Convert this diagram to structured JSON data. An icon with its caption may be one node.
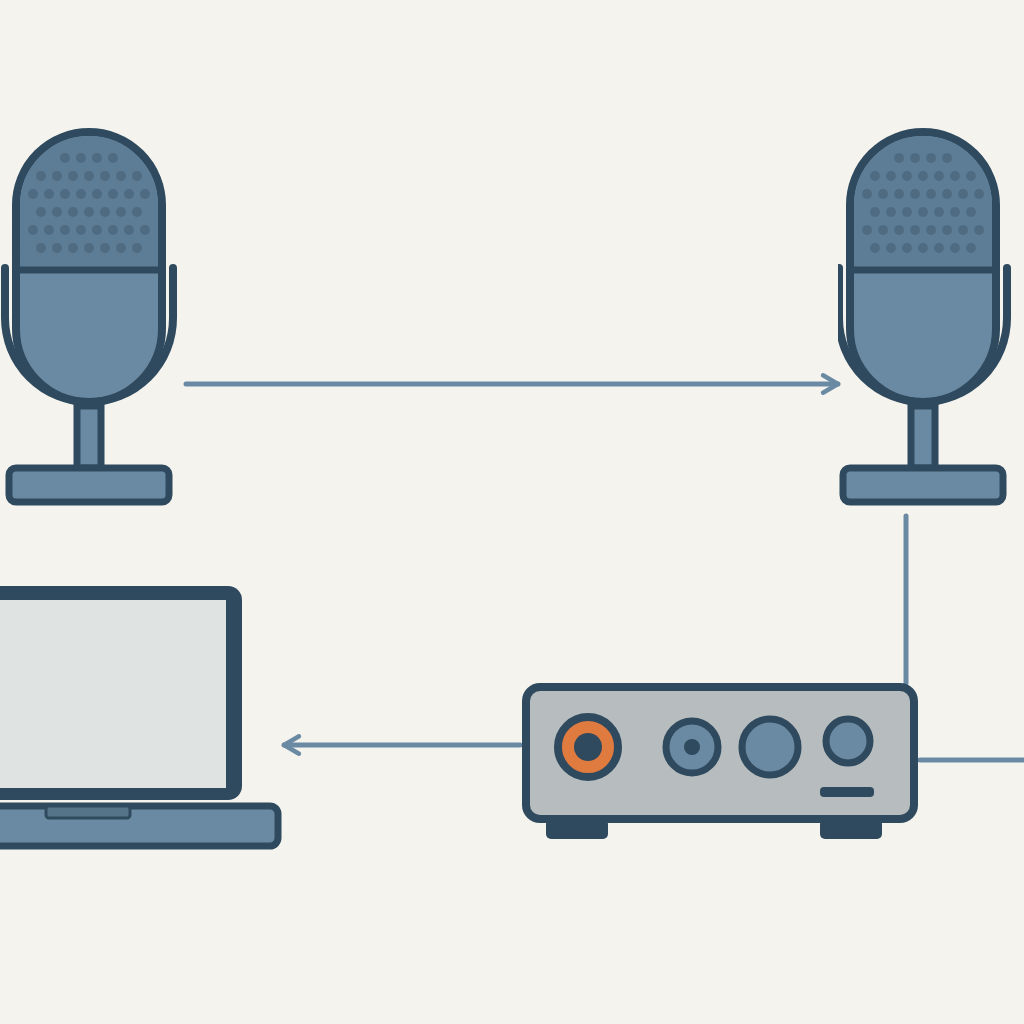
{
  "diagram": {
    "nodes": [
      {
        "text": [],
        "shape": "picture"
      },
      {
        "text": [],
        "shape": "picture"
      },
      {
        "text": [],
        "shape": "picture"
      },
      {
        "text": [],
        "shape": "picture"
      }
    ],
    "edges": [
      {
        "from": 0,
        "to": 1,
        "arrow": "to"
      },
      {
        "from": 1,
        "to": 3,
        "arrow": "none"
      },
      {
        "from": 3,
        "to": 2,
        "arrow": "to"
      },
      {
        "from": null,
        "to": 3,
        "arrow": "none"
      }
    ]
  }
}
